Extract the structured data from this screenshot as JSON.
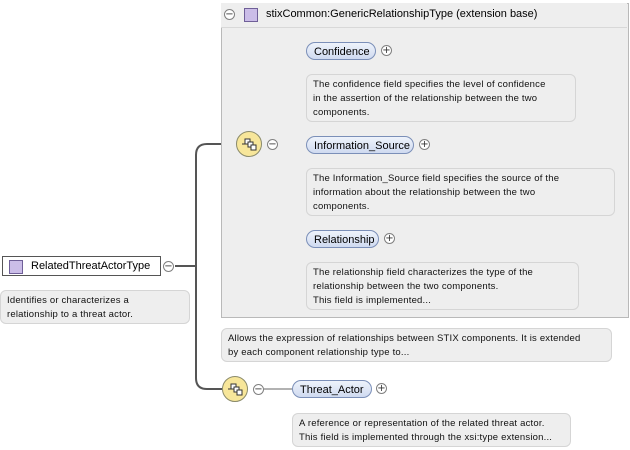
{
  "root": {
    "label": "RelatedThreatActorType",
    "toggle": "−",
    "doc_lines": [
      "Identifies or characterizes a",
      "relationship to a threat actor."
    ]
  },
  "extension": {
    "label": "stixCommon:GenericRelationshipType (extension base)",
    "toggle": "−",
    "doc_lines": [
      "Allows the expression of relationships between STIX components. It is extended",
      "by each component relationship type to..."
    ]
  },
  "sequence_toggle": "−",
  "elements": [
    {
      "label": "Confidence",
      "toggle": "+",
      "doc_lines": [
        "The confidence field specifies the level of confidence",
        "in the assertion of the relationship between the two",
        "components."
      ]
    },
    {
      "label": "Information_Source",
      "toggle": "+",
      "doc_lines": [
        "The Information_Source field specifies the source of the",
        "information about the relationship between the two",
        "components."
      ]
    },
    {
      "label": "Relationship",
      "toggle": "+",
      "doc_lines": [
        "The relationship field characterizes the type of the",
        "relationship between the two components.",
        "This field is implemented..."
      ]
    }
  ],
  "threat_actor": {
    "label": "Threat_Actor",
    "toggle": "+",
    "doc_lines": [
      "A reference or representation of the related threat actor.",
      "This field is implemented through the xsi:type extension..."
    ]
  },
  "colors": {
    "element_fill": "#cfdaf0",
    "sequence_fill": "#f7e69a",
    "type_icon": "#cbbde8",
    "note_fill": "#eeeeee"
  },
  "icons": [
    "sequence-icon",
    "type-icon",
    "collapse-icon",
    "expand-icon"
  ]
}
